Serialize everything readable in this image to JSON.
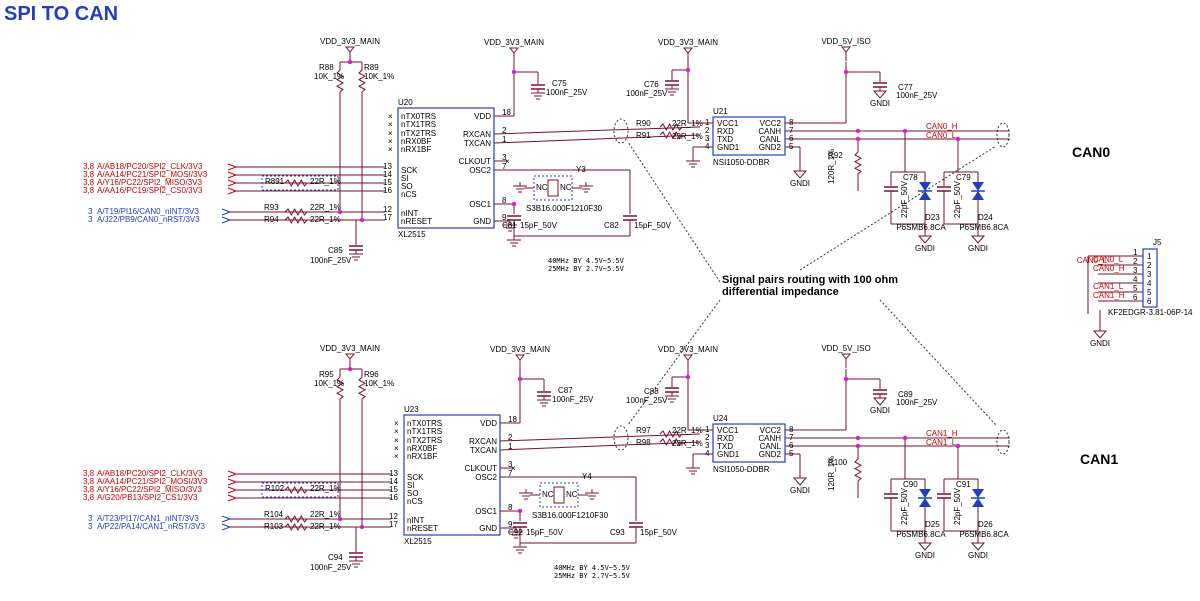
{
  "title": "SPI TO CAN",
  "bus_labels": {
    "can0": "CAN0",
    "can1": "CAN1"
  },
  "annotation": {
    "line1": "Signal pairs routing with 100 ohm",
    "line2": "differential impedance"
  },
  "colors": {
    "wire": "#7a1030",
    "net_red": "#cc0000",
    "net_blue": "#1f3fbf",
    "junction": "#d020d0",
    "title": "#1f3fbf",
    "ic_body": "#1f3fbf"
  },
  "sections": [
    {
      "rails": {
        "main_left": "VDD_3V3_MAIN",
        "main_mid": "VDD_3V3_MAIN",
        "main_right": "VDD_3V3_MAIN",
        "iso": "VDD_5V_ISO"
      },
      "r_pullup_a": {
        "ref": "R88",
        "val": "10K_1%"
      },
      "r_pullup_b": {
        "ref": "R89",
        "val": "10K_1%"
      },
      "ctrl": {
        "ref": "U20",
        "part": "XL2515",
        "left_pins": [
          "nTX0TRS",
          "nTX1TRS",
          "nTX2TRS",
          "nRX0BF",
          "nRX1BF",
          "SCK",
          "SI",
          "SO",
          "nCS",
          "nINT",
          "nRESET"
        ],
        "left_nums": [
          "13",
          "14",
          "15",
          "16",
          "12",
          "17"
        ],
        "right_pins": [
          "VDD",
          "RXCAN",
          "TXCAN",
          "CLKOUT",
          "OSC2",
          "OSC1",
          "GND"
        ],
        "right_nums": [
          "18",
          "2",
          "1",
          "3",
          "7",
          "8",
          "9"
        ]
      },
      "spi_nets": [
        {
          "idx": "3,8",
          "net": "A/AB18/PC20/SPI2_CLK/3V3"
        },
        {
          "idx": "3,8",
          "net": "A/AA14/PC21/SPI2_MOSI/3V3"
        },
        {
          "idx": "3,8",
          "net": "A/Y16/PC22/SPI2_MISO/3V3"
        },
        {
          "idx": "3,8",
          "net": "A/AA16/PC19/SPI2_CS0/3V3"
        }
      ],
      "ctrl_nets": [
        {
          "idx": "3",
          "net": "A/T19/PI16/CAN0_nINT/3V3"
        },
        {
          "idx": "3",
          "net": "A/J22/PB9/CAN0_nRST/3V3"
        }
      ],
      "r_spi": {
        "ref": "R891",
        "val": "22R_1%"
      },
      "r_int": {
        "ref": "R93",
        "val": "22R_1%"
      },
      "r_rst": {
        "ref": "R94",
        "val": "22R_1%"
      },
      "c_dec": {
        "ref": "C85",
        "val": "100nF_25V"
      },
      "c_vdd": {
        "ref": "C75",
        "val": "100nF_25V"
      },
      "xtal": {
        "ref": "Y3",
        "part": "S3B16.000F1210F30",
        "pin_a": "NC",
        "pin_b": "NC"
      },
      "c_x1": {
        "ref": "C81",
        "val": "15pF_50V"
      },
      "c_x2": {
        "ref": "C82",
        "val": "15pF_50V"
      },
      "freq_notes": [
        "40MHz BY 4.5V~5.5V",
        "25MHz BY 2.7V~5.5V"
      ],
      "r_rx": {
        "ref": "R90",
        "val": "22R_1%"
      },
      "r_tx": {
        "ref": "R91",
        "val": "22R_1%"
      },
      "c_trx": {
        "ref": "C76",
        "val": "100nF_25V"
      },
      "trx": {
        "ref": "U21",
        "part": "NSI1050-DDBR",
        "left_pins": [
          "VCC1",
          "RXD",
          "TXD",
          "GND1"
        ],
        "left_nums": [
          "1",
          "2",
          "3",
          "4"
        ],
        "right_pins": [
          "VCC2",
          "CANH",
          "CANL",
          "GND2"
        ],
        "right_nums": [
          "8",
          "7",
          "6",
          "5"
        ]
      },
      "c_iso": {
        "ref": "C77",
        "val": "100nF_25V"
      },
      "gndi": "GNDI",
      "term": {
        "ref": "R92",
        "val": "120R_1%"
      },
      "nets_can": [
        "CAN0_H",
        "CAN0_L"
      ],
      "c_h": {
        "ref": "C78",
        "val": "22pF_50V"
      },
      "c_l": {
        "ref": "C79",
        "val": "22pF_50V"
      },
      "tvs_h": {
        "ref": "D23",
        "part": "P6SMB6.8CA"
      },
      "tvs_l": {
        "ref": "D24",
        "part": "P6SMB6.8CA"
      }
    },
    {
      "rails": {
        "main_left": "VDD_3V3_MAIN",
        "main_mid": "VDD_3V3_MAIN",
        "main_right": "VDD_3V3_MAIN",
        "iso": "VDD_5V_ISO"
      },
      "r_pullup_a": {
        "ref": "R95",
        "val": "10K_1%"
      },
      "r_pullup_b": {
        "ref": "R96",
        "val": "10K_1%"
      },
      "ctrl": {
        "ref": "U23",
        "part": "XL2515",
        "left_pins": [
          "nTX0TRS",
          "nTX1TRS",
          "nTX2TRS",
          "nRX0BF",
          "nRX1BF",
          "SCK",
          "SI",
          "SO",
          "nCS",
          "nINT",
          "nRESET"
        ],
        "left_nums": [
          "13",
          "14",
          "15",
          "16",
          "12",
          "17"
        ],
        "right_pins": [
          "VDD",
          "RXCAN",
          "TXCAN",
          "CLKOUT",
          "OSC2",
          "OSC1",
          "GND"
        ],
        "right_nums": [
          "18",
          "2",
          "1",
          "3",
          "7",
          "8",
          "9"
        ]
      },
      "spi_nets": [
        {
          "idx": "3,8",
          "net": "A/AB18/PC20/SPI2_CLK/3V3"
        },
        {
          "idx": "3,8",
          "net": "A/AA14/PC21/SPI2_MOSI/3V3"
        },
        {
          "idx": "3,8",
          "net": "A/Y16/PC22/SPI2_MISO/3V3"
        },
        {
          "idx": "3,8",
          "net": "A/G20/PB13/SPI2_CS1/3V3"
        }
      ],
      "ctrl_nets": [
        {
          "idx": "3",
          "net": "A/T23/PI17/CAN1_nINT/3V3"
        },
        {
          "idx": "3",
          "net": "A/P22/PA14/CAN1_nRST/3V3"
        }
      ],
      "r_spi": {
        "ref": "R102",
        "val": "22R_1%"
      },
      "r_int": {
        "ref": "R104",
        "val": "22R_1%"
      },
      "r_rst": {
        "ref": "R103",
        "val": "22R_1%"
      },
      "c_dec": {
        "ref": "C94",
        "val": "100nF_25V"
      },
      "c_vdd": {
        "ref": "C87",
        "val": "100nF_25V"
      },
      "xtal": {
        "ref": "Y4",
        "part": "S3B16.000F1210F30",
        "pin_a": "NC",
        "pin_b": "NC"
      },
      "c_x1": {
        "ref": "C92",
        "val": "15pF_50V"
      },
      "c_x2": {
        "ref": "C93",
        "val": "15pF_50V"
      },
      "freq_notes": [
        "40MHz BY 4.5V~5.5V",
        "25MHz BY 2.7V~5.5V"
      ],
      "r_rx": {
        "ref": "R97",
        "val": "22R_1%"
      },
      "r_tx": {
        "ref": "R98",
        "val": "22R_1%"
      },
      "c_trx": {
        "ref": "C88",
        "val": "100nF_25V"
      },
      "trx": {
        "ref": "U24",
        "part": "NSI1050-DDBR",
        "left_pins": [
          "VCC1",
          "RXD",
          "TXD",
          "GND1"
        ],
        "left_nums": [
          "1",
          "2",
          "3",
          "4"
        ],
        "right_pins": [
          "VCC2",
          "CANH",
          "CANL",
          "GND2"
        ],
        "right_nums": [
          "8",
          "7",
          "6",
          "5"
        ]
      },
      "c_iso": {
        "ref": "C89",
        "val": "100nF_25V"
      },
      "gndi": "GNDI",
      "term": {
        "ref": "R100",
        "val": "120R_1%"
      },
      "nets_can": [
        "CAN1_H",
        "CAN1_L"
      ],
      "c_h": {
        "ref": "C90",
        "val": "22pF_50V"
      },
      "c_l": {
        "ref": "C91",
        "val": "22pF_50V"
      },
      "tvs_h": {
        "ref": "D25",
        "part": "P6SMB6.8CA"
      },
      "tvs_l": {
        "ref": "D26",
        "part": "P6SMB6.8CA"
      }
    }
  ],
  "connector": {
    "ref": "J5",
    "part": "KF2EDGR-3.81-06P-14",
    "pins": [
      "1",
      "2",
      "3",
      "4",
      "5",
      "6"
    ],
    "nets": [
      "CAN0_L",
      "CAN0_H",
      "CAN1_L",
      "CAN1_H"
    ],
    "gnd": "GNDI"
  }
}
